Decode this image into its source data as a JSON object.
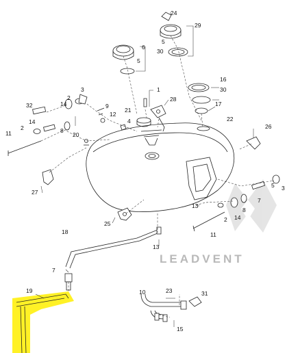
{
  "diagram": {
    "callouts": [
      "24",
      "29",
      "6",
      "5",
      "30",
      "5",
      "1",
      "3",
      "16",
      "30",
      "17",
      "28",
      "32",
      "14",
      "2",
      "9",
      "12",
      "21",
      "22",
      "4",
      "11",
      "2",
      "14",
      "8",
      "20",
      "26",
      "27",
      "25",
      "7",
      "2",
      "14",
      "8",
      "3",
      "5",
      "13",
      "11",
      "18",
      "13",
      "7",
      "19",
      "10",
      "23",
      "31",
      "15"
    ],
    "watermark": {
      "text": "LEADVENT",
      "color": "#b9b9b9"
    },
    "highlight": {
      "part": "19",
      "color": "#ffee00"
    }
  }
}
